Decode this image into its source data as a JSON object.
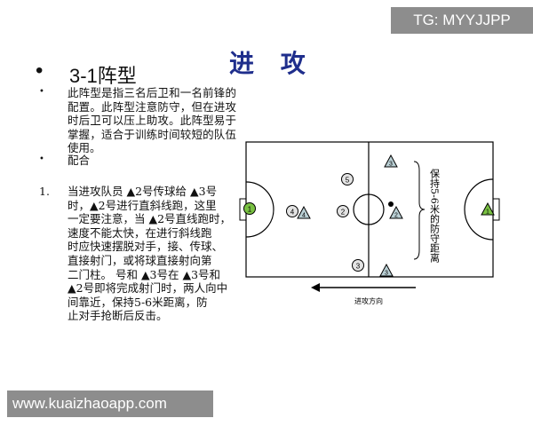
{
  "watermarks": {
    "top": "TG: MYYJJPP",
    "bottom": "www.kuaizhaoapp.com"
  },
  "title": "进 攻",
  "heading": {
    "bullet": "•",
    "text": "3-1阵型"
  },
  "bullets": [
    {
      "marker": "•",
      "text": "此阵型是指三名后卫和一名前锋的配置。此阵型注意防守，但在进攻时后卫可以压上助攻。此阵型易于掌握，适合于训练时间较短的队伍使用。"
    },
    {
      "marker": "•",
      "text": "配合"
    }
  ],
  "numbered": {
    "marker": "1.",
    "lines": [
      "当进攻队员 ▲2号传球给 ▲3号",
      "时，▲2号进行直斜线跑，这里",
      "一定要注意，当 ▲2号直线跑时，",
      "速度不能太快，在进行斜线跑",
      "时应快速摆脱对手，接、传球、",
      "直接射门，或将球直接射向第",
      "二门柱。  号和 ▲3号在 ▲3号和",
      "▲2号即将完成射门时，两人向中",
      "间靠近，保持5-6米距离，防",
      "止对手抢断后反击。"
    ]
  },
  "pitch": {
    "attack_circles": [
      "1",
      "4",
      "2",
      "5",
      "3"
    ],
    "defense_triangles": [
      "4",
      "3",
      "2",
      "3",
      "1"
    ],
    "bracket_label": "保持5-6米的防守距离",
    "direction_label": "进攻方向",
    "colors": {
      "circle_fill": "#e3e3e3",
      "goalkeeper_fill": "#79c142",
      "triangle_fill": "#b9cfd4",
      "line": "#000000"
    }
  }
}
